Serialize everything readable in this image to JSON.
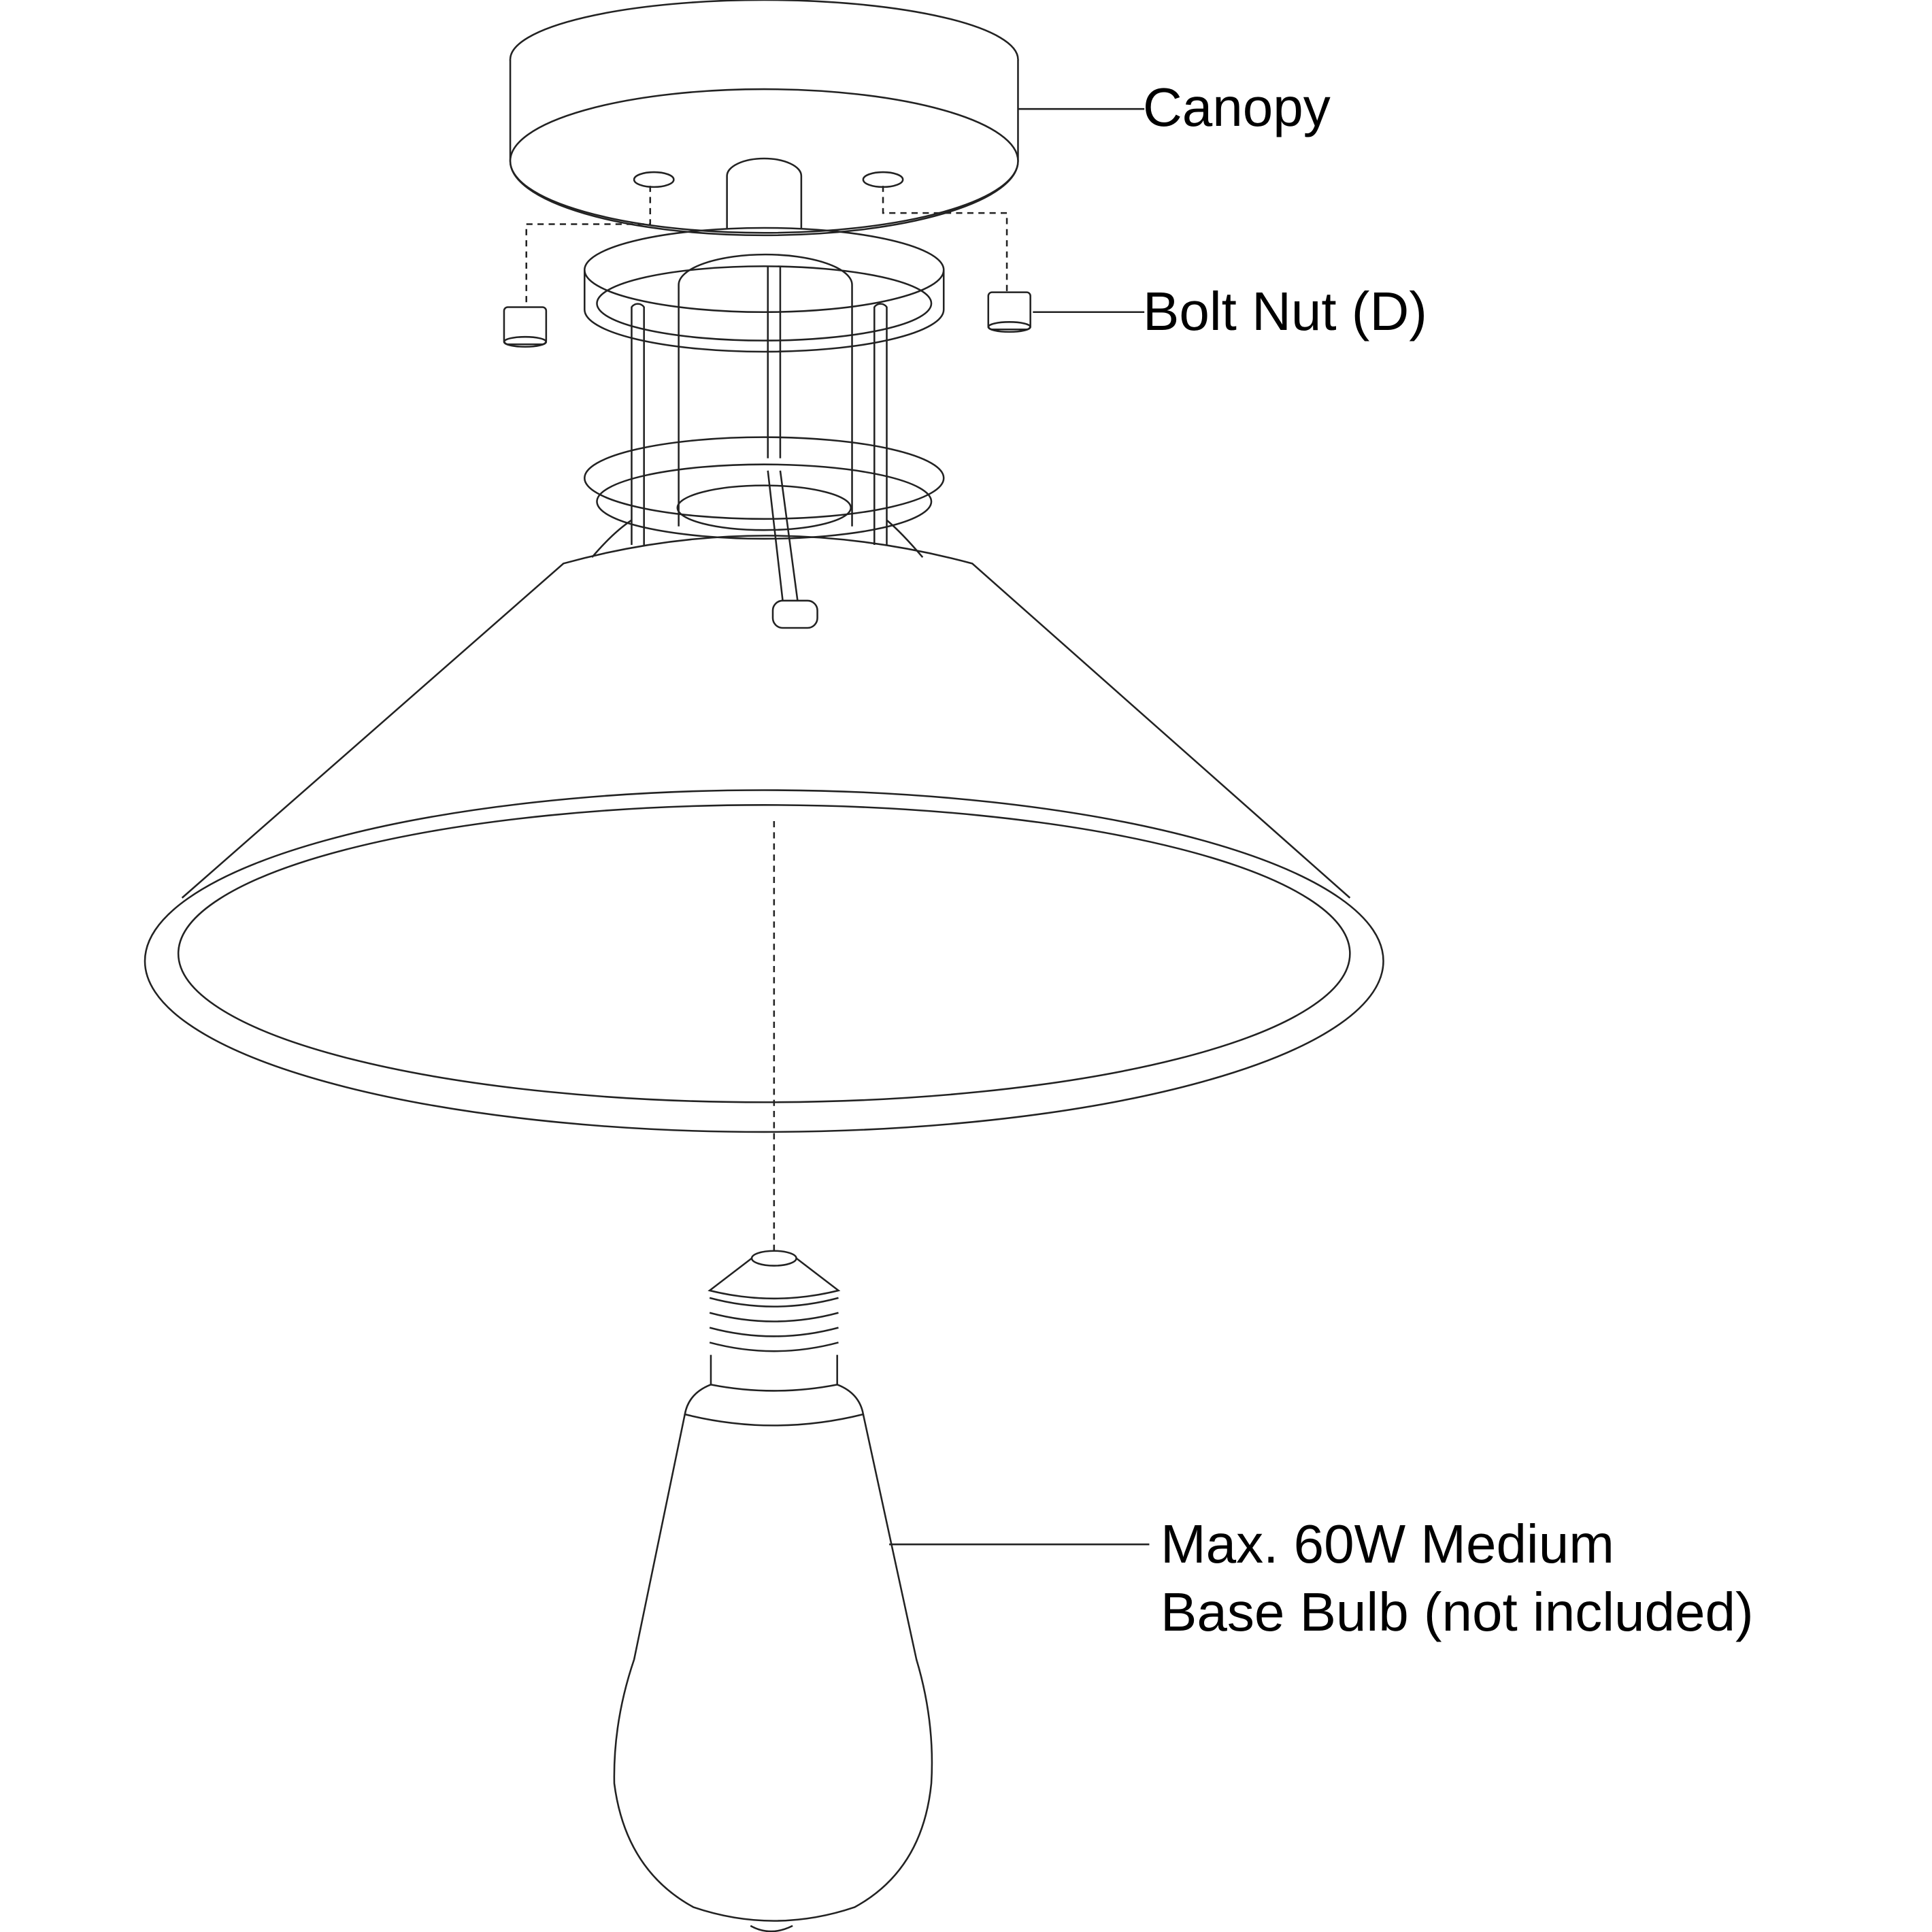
{
  "diagram": {
    "type": "exploded-assembly",
    "subject": "ceiling light fixture with cone shade",
    "labels": {
      "canopy": "Canopy",
      "bolt_nut": "Bolt Nut (D)",
      "bulb_line1": "Max. 60W Medium",
      "bulb_line2": "Base Bulb (not included)"
    },
    "parts": [
      "canopy",
      "bolt-nut-left",
      "bolt-nut-right",
      "mounting-ring",
      "socket-cage",
      "cone-shade",
      "bulb"
    ],
    "colors": {
      "line": "#000000",
      "background": "#ffffff"
    }
  }
}
